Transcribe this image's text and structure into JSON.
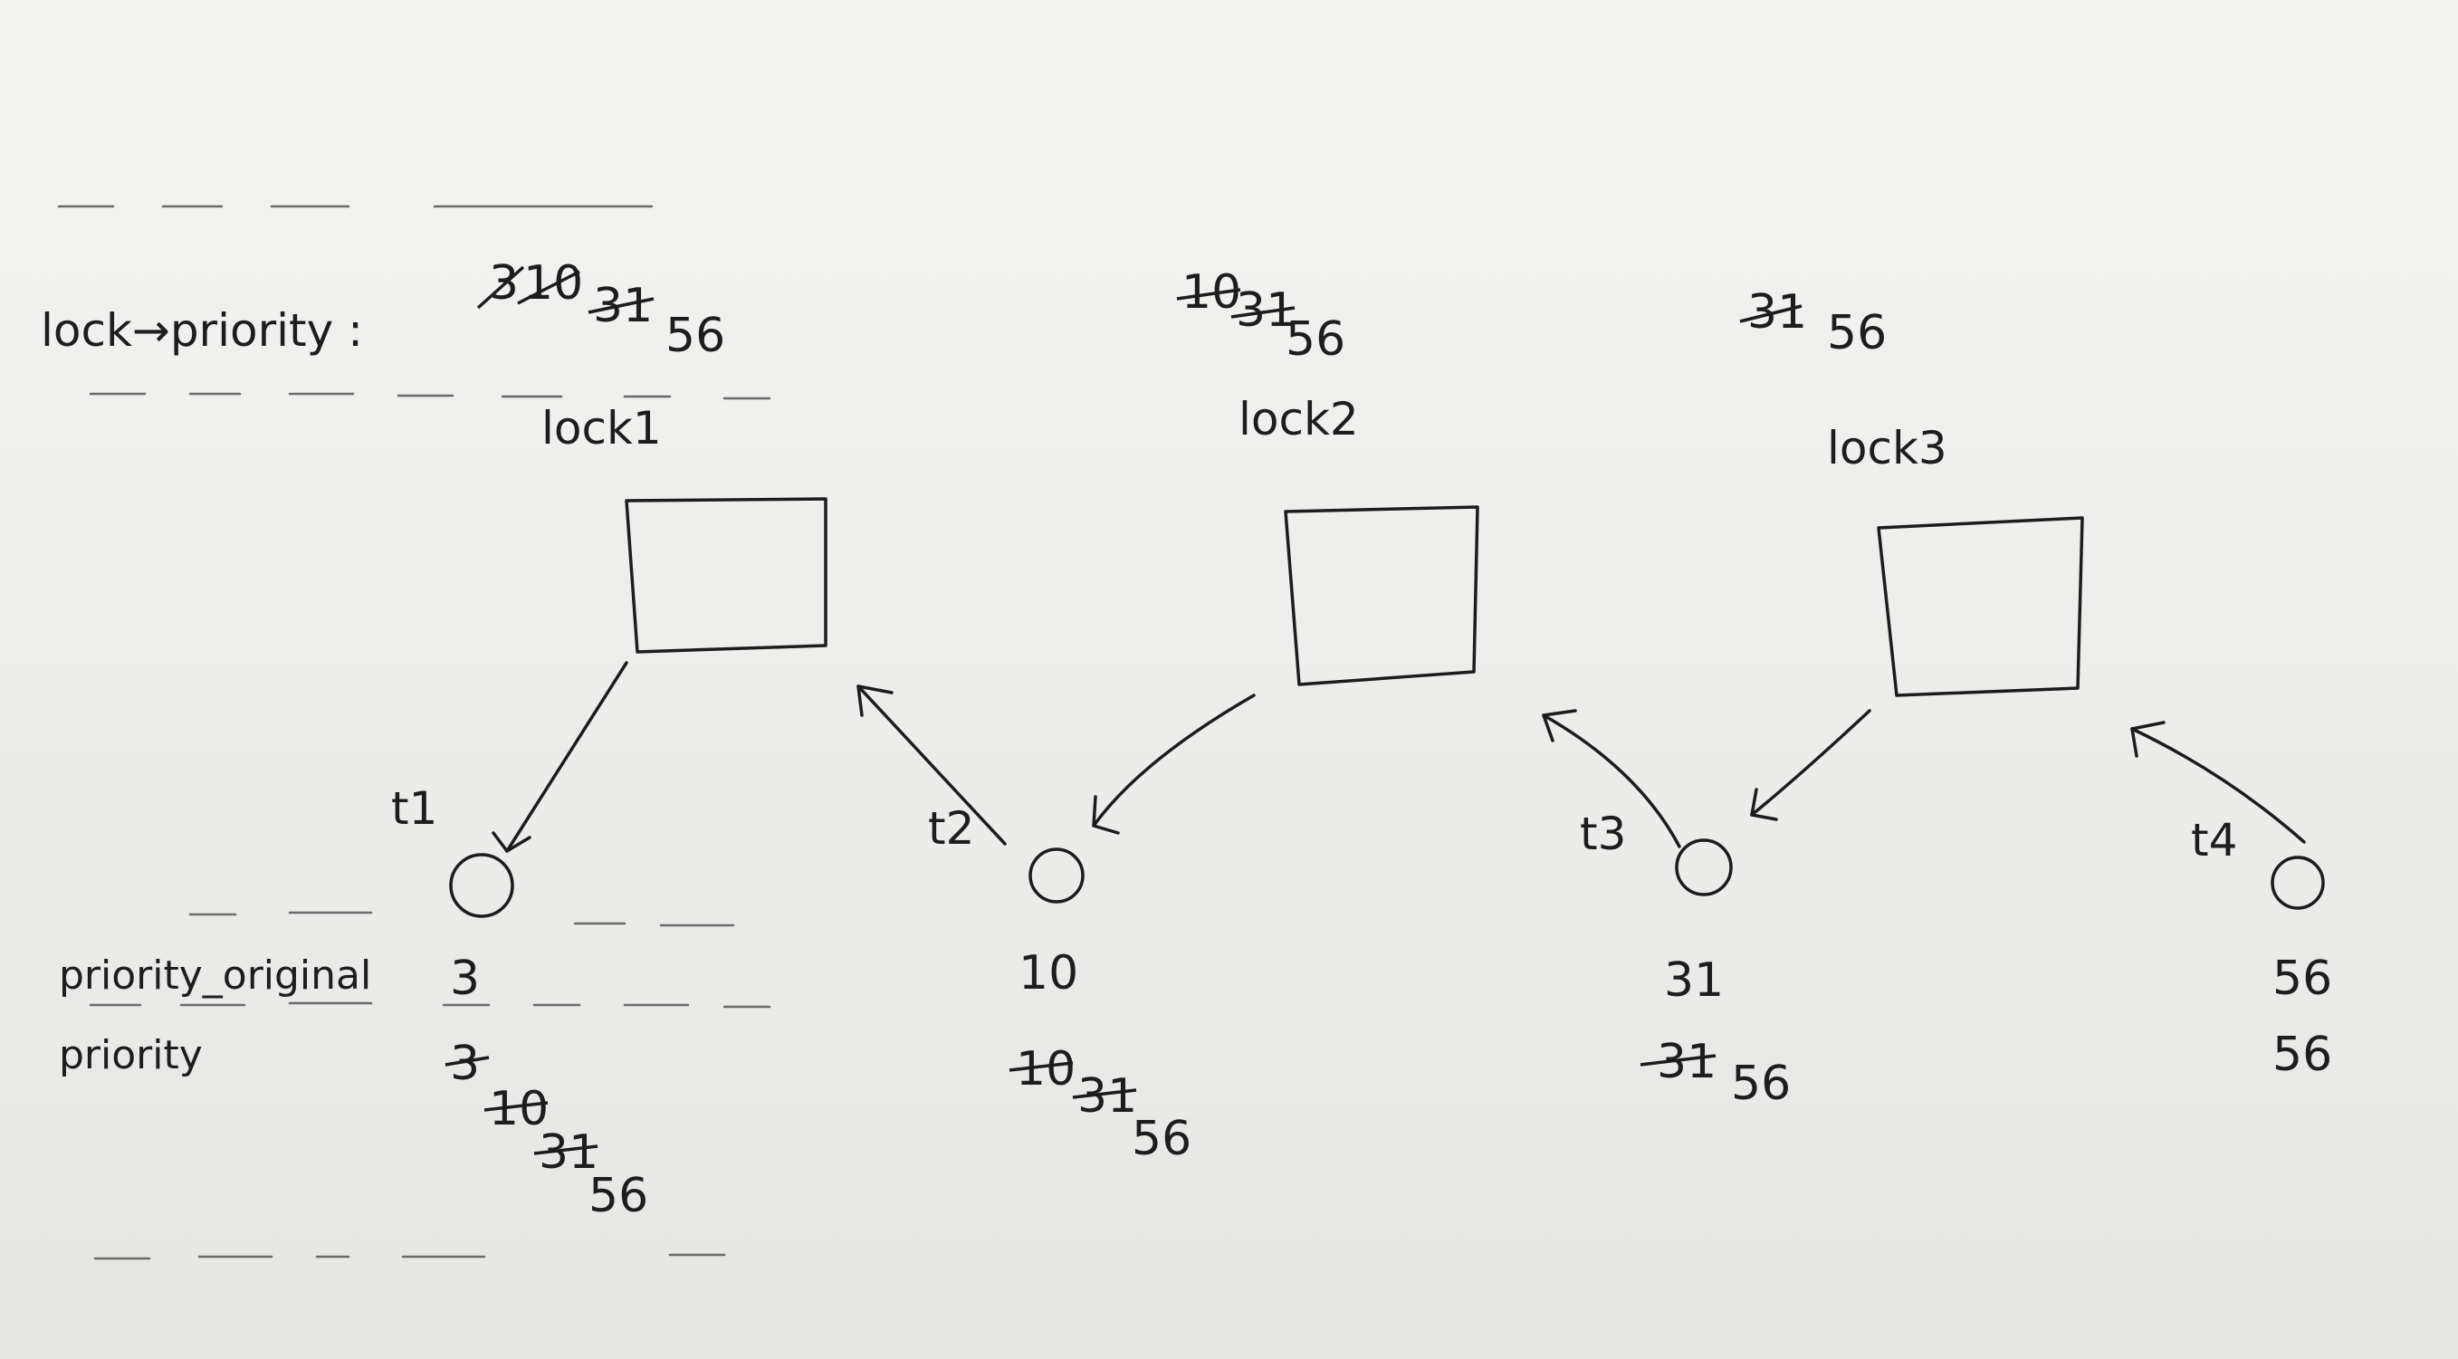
{
  "legend": {
    "lock_priority_label": "lock→priority :",
    "priority_original_label": "priority_original",
    "priority_label": "priority"
  },
  "locks": [
    {
      "name": "lock1",
      "priority_history": [
        "3",
        "10",
        "31",
        "56"
      ]
    },
    {
      "name": "lock2",
      "priority_history": [
        "10",
        "31",
        "56"
      ]
    },
    {
      "name": "lock3",
      "priority_history": [
        "31",
        "56"
      ]
    }
  ],
  "threads": [
    {
      "name": "t1",
      "priority_original": "3",
      "priority_history": [
        "3",
        "10",
        "31",
        "56"
      ]
    },
    {
      "name": "t2",
      "priority_original": "10",
      "priority_history": [
        "10",
        "31",
        "56"
      ]
    },
    {
      "name": "t3",
      "priority_original": "31",
      "priority_history": [
        "31",
        "56"
      ]
    },
    {
      "name": "t4",
      "priority_original": "56",
      "priority_history": [
        "56"
      ]
    }
  ],
  "edges": [
    {
      "from": "lock1",
      "to": "t1",
      "meaning": "held by"
    },
    {
      "from": "t2",
      "to": "lock1",
      "meaning": "waits on"
    },
    {
      "from": "lock2",
      "to": "t2",
      "meaning": "held by"
    },
    {
      "from": "t3",
      "to": "lock2",
      "meaning": "waits on"
    },
    {
      "from": "lock3",
      "to": "t3",
      "meaning": "held by"
    },
    {
      "from": "t4",
      "to": "lock3",
      "meaning": "waits on"
    }
  ]
}
